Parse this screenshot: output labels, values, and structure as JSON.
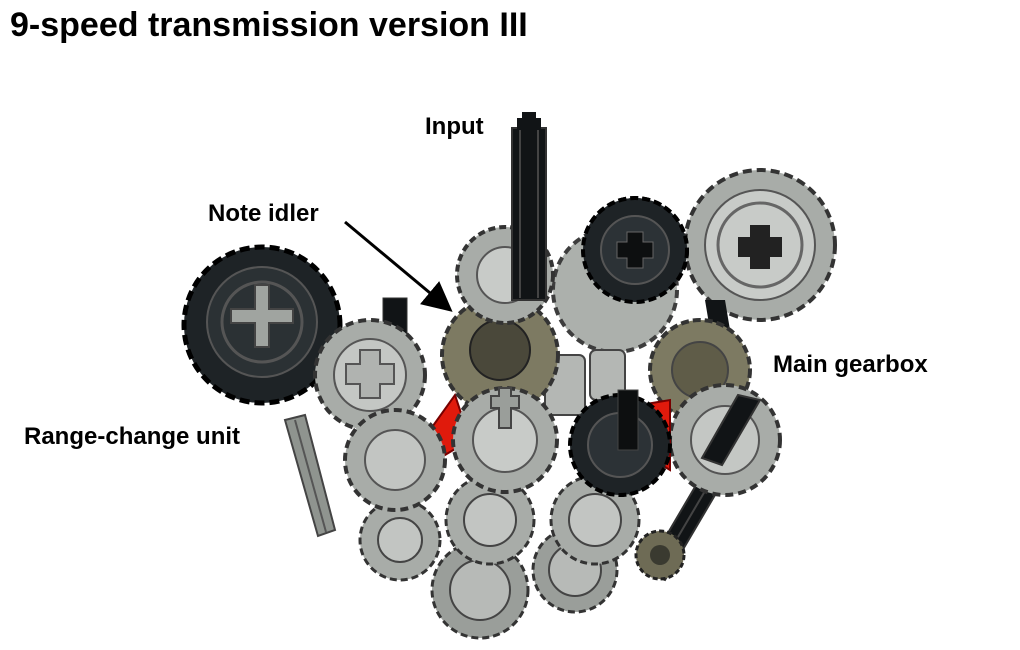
{
  "title": "9-speed transmission version III",
  "labels": {
    "input": "Input",
    "note_idler": "Note idler",
    "main_gearbox": "Main gearbox",
    "range_change_unit": "Range-change unit"
  },
  "colors": {
    "light_gray_gear": "#a8aca8",
    "dark_black_gear": "#1e2326",
    "dark_tan_gear": "#7d7a62",
    "red_part": "#e01a0c",
    "axle_black": "#111416",
    "axle_gray": "#8f948f"
  }
}
